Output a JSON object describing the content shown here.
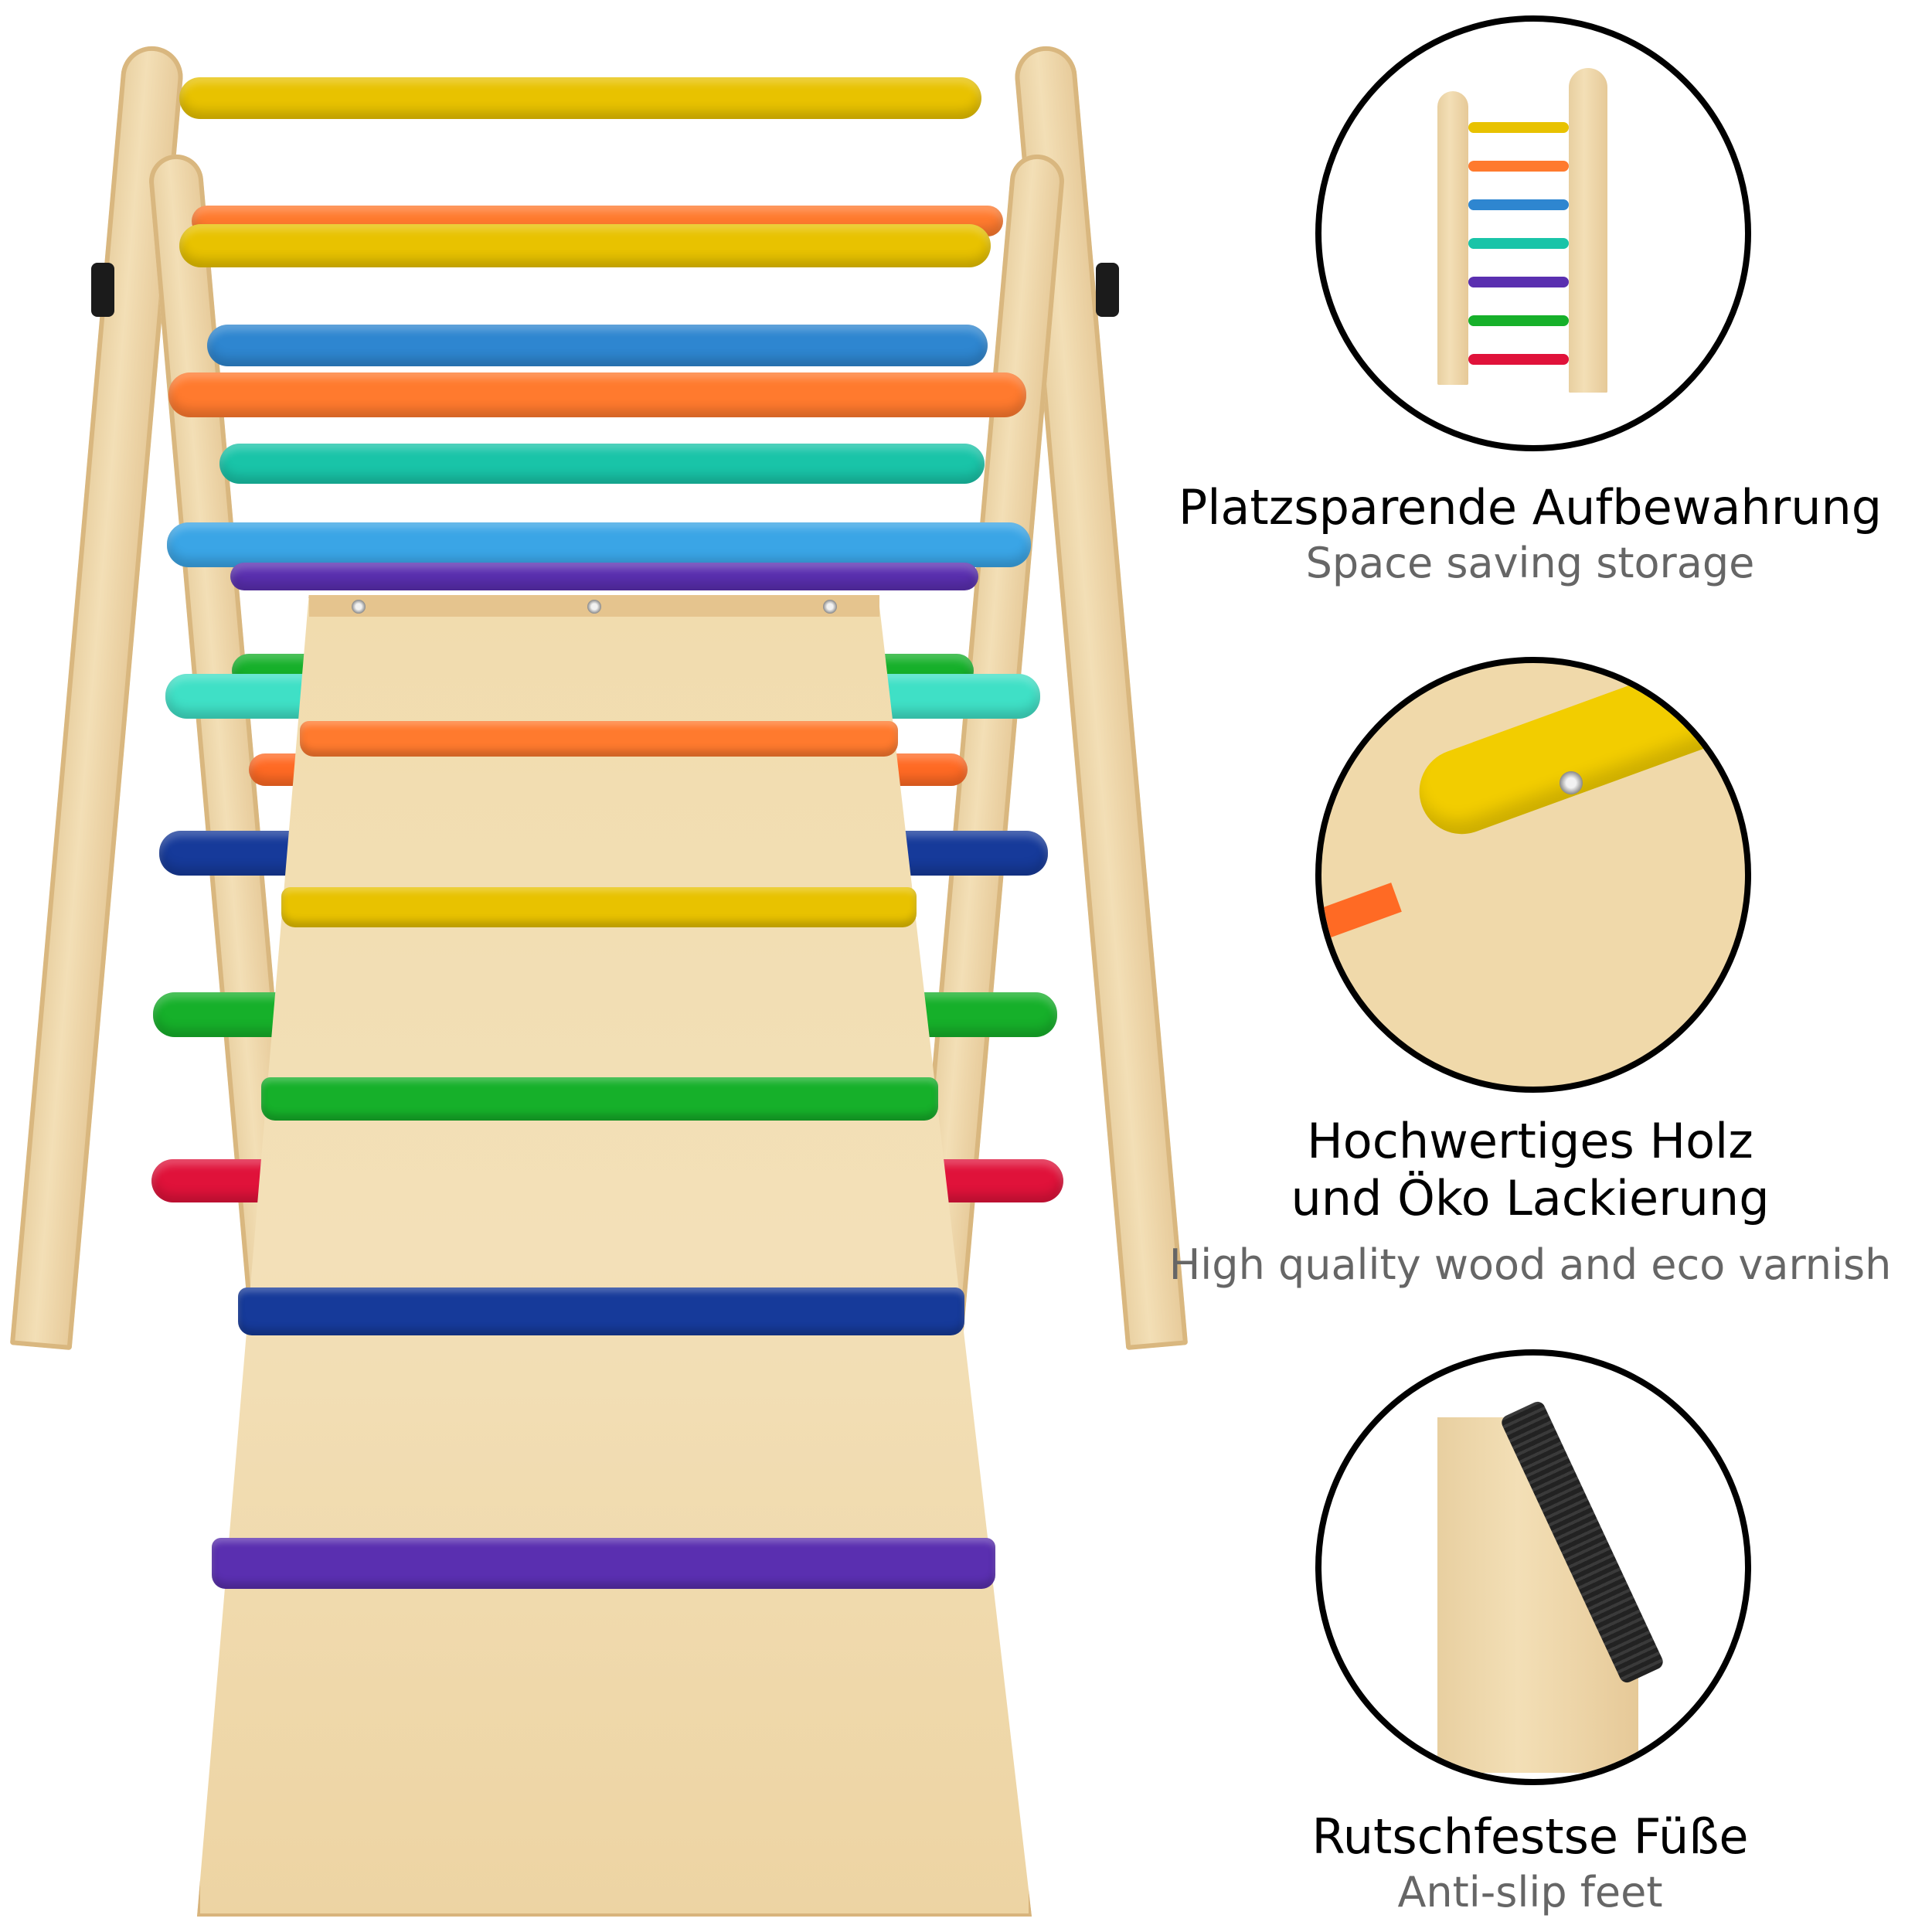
{
  "product": {
    "description": "Foldable wooden climbing triangle with ramp, rainbow rungs",
    "rung_colors": {
      "yellow": "#e8c200",
      "orange": "#ff7a2e",
      "blue": "#2e86d0",
      "teal": "#19c4a8",
      "light_blue": "#3aa5e6",
      "purple": "#5a2fb0",
      "green": "#16b02a",
      "red": "#e0123a",
      "navy": "#143a9a",
      "wood": "#f0d9aa"
    }
  },
  "features": [
    {
      "title_de": "Platzsparende Aufbewahrung",
      "subtitle_en": "Space saving storage",
      "icon": "folded-ladder-icon"
    },
    {
      "title_de_line1": "Hochwertiges Holz",
      "title_de_line2": "und Öko Lackierung",
      "subtitle_en": "High quality wood and eco varnish",
      "icon": "wood-rung-closeup-icon"
    },
    {
      "title_de": "Rutschfestse Füße",
      "subtitle_en": "Anti-slip feet",
      "icon": "anti-slip-foot-icon"
    }
  ]
}
